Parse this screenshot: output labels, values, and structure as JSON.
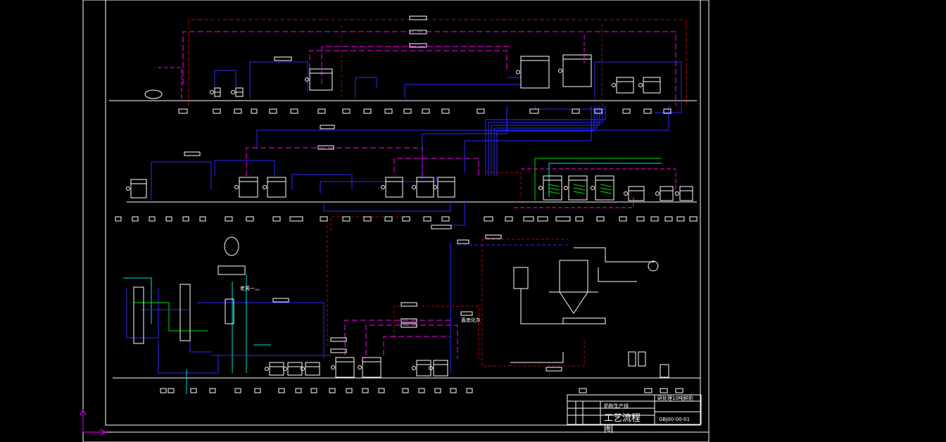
{
  "drawing": {
    "background": "#000000",
    "colors": {
      "frame": "#ffffff",
      "blue": "#2a2aff",
      "magenta": "#ff00ff",
      "dark_red": "#c00000",
      "green": "#00e000",
      "cyan": "#00e0e0",
      "ucs": "#ff00ff"
    },
    "annotations": {
      "tank_note": "老男一灬",
      "evap_note": "蓋底化灰"
    },
    "title_block": {
      "project": "研处理10吨鲜奶",
      "subtitle": "奶粉生产线",
      "drawing_name": "工艺流程",
      "drawing_name_suffix": "图",
      "drawing_number": "GBJ00-00-01"
    }
  }
}
